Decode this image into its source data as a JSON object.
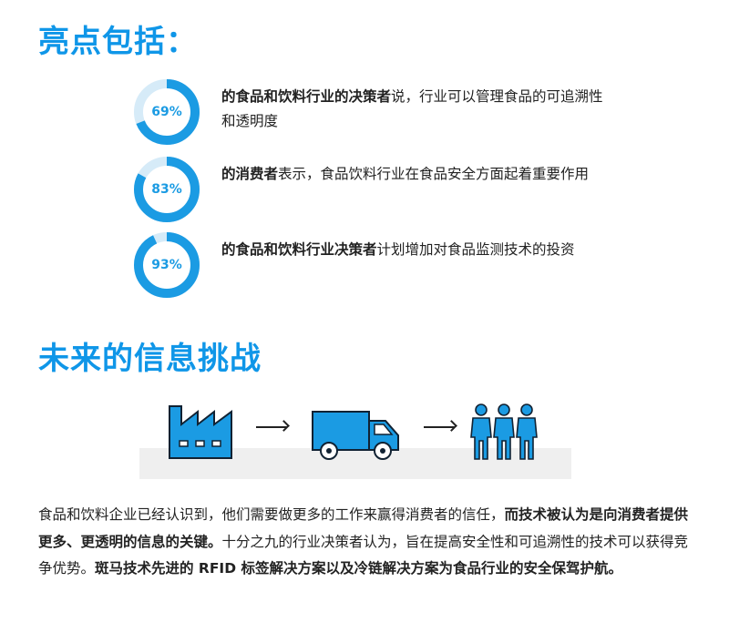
{
  "highlights": {
    "heading": "亮点包括：",
    "accent_color": "#0f96e8",
    "ring_color": "#1b9be3",
    "ring_track_color": "#d6ebf8",
    "items": [
      {
        "percent_label": "69%",
        "fraction": 0.69,
        "bold": "的食品和饮料行业的决策者",
        "rest": "说，行业可以管理食品的可追溯性和透明度"
      },
      {
        "percent_label": "83%",
        "fraction": 0.83,
        "bold": "的消费者",
        "rest": "表示，食品饮料行业在食品安全方面起着重要作用"
      },
      {
        "percent_label": "93%",
        "fraction": 0.93,
        "bold": "的食品和饮料行业决策者",
        "rest": "计划增加对食品监测技术的投资"
      }
    ]
  },
  "future": {
    "heading": "未来的信息挑战",
    "flow_icons": [
      "factory-icon",
      "right-arrow-icon",
      "truck-icon",
      "right-arrow-icon",
      "people-icon"
    ],
    "icon_color": "#1b9be3"
  },
  "body": {
    "p1": "食品和饮料企业已经认识到，他们需要做更多的工作来赢得消费者的信任，",
    "p1_bold": "而技术被认为是向消费者提供更多、更透明的信息的关键。",
    "p2": "十分之九的行业决策者认为，旨在提高安全性和可追溯性的技术可以获得竞争优势。",
    "p2_bold": "斑马技术先进的 RFID 标签解决方案以及冷链解决方案为食品行业的安全保驾护航。"
  }
}
